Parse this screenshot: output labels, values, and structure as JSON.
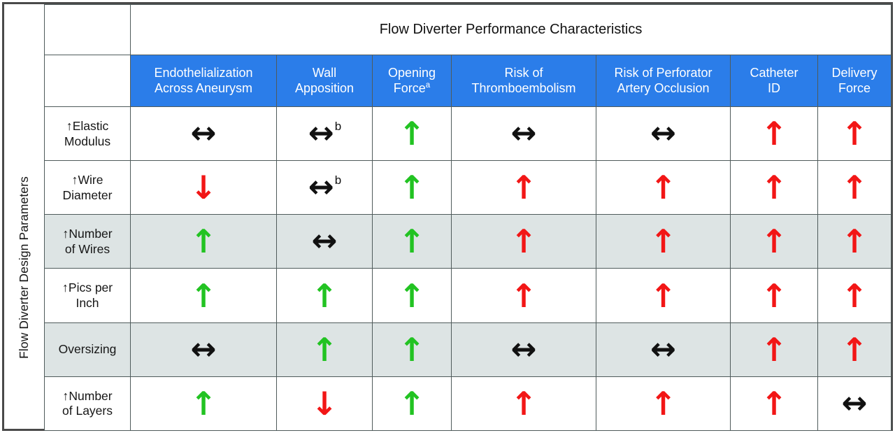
{
  "figure": {
    "banner_title": "Flow Diverter Performance Characteristics",
    "row_axis_label": "Flow Diverter Design Parameters",
    "accent_blue": "#2b7de9",
    "shade_gray": "#dde4e4",
    "green": "#22c322",
    "red": "#f21616",
    "black": "#111111"
  },
  "columns": [
    {
      "line1": "Endothelialization",
      "line2": "Across Aneurysm",
      "footnote": ""
    },
    {
      "line1": "Wall",
      "line2": "Apposition",
      "footnote": ""
    },
    {
      "line1": "Opening",
      "line2": "Force",
      "footnote": "a"
    },
    {
      "line1": "Risk of",
      "line2": "Thromboembolism",
      "footnote": ""
    },
    {
      "line1": "Risk of Perforator",
      "line2": "Artery Occlusion",
      "footnote": ""
    },
    {
      "line1": "Catheter",
      "line2": "ID",
      "footnote": ""
    },
    {
      "line1": "Delivery",
      "line2": "Force",
      "footnote": ""
    }
  ],
  "rows": [
    {
      "prefix": "↑",
      "line1": "Elastic",
      "line2": "Modulus",
      "shaded": false,
      "cells": [
        {
          "glyph": "↔",
          "dir": "both",
          "color": "black",
          "footnote": ""
        },
        {
          "glyph": "↔",
          "dir": "both",
          "color": "black",
          "footnote": "b"
        },
        {
          "glyph": "↑",
          "dir": "up",
          "color": "green",
          "footnote": ""
        },
        {
          "glyph": "↔",
          "dir": "both",
          "color": "black",
          "footnote": ""
        },
        {
          "glyph": "↔",
          "dir": "both",
          "color": "black",
          "footnote": ""
        },
        {
          "glyph": "↑",
          "dir": "up",
          "color": "red",
          "footnote": ""
        },
        {
          "glyph": "↑",
          "dir": "up",
          "color": "red",
          "footnote": ""
        }
      ]
    },
    {
      "prefix": "↑",
      "line1": "Wire",
      "line2": "Diameter",
      "shaded": false,
      "cells": [
        {
          "glyph": "↓",
          "dir": "down",
          "color": "red",
          "footnote": ""
        },
        {
          "glyph": "↔",
          "dir": "both",
          "color": "black",
          "footnote": "b"
        },
        {
          "glyph": "↑",
          "dir": "up",
          "color": "green",
          "footnote": ""
        },
        {
          "glyph": "↑",
          "dir": "up",
          "color": "red",
          "footnote": ""
        },
        {
          "glyph": "↑",
          "dir": "up",
          "color": "red",
          "footnote": ""
        },
        {
          "glyph": "↑",
          "dir": "up",
          "color": "red",
          "footnote": ""
        },
        {
          "glyph": "↑",
          "dir": "up",
          "color": "red",
          "footnote": ""
        }
      ]
    },
    {
      "prefix": "↑",
      "line1": "Number",
      "line2": "of Wires",
      "shaded": true,
      "cells": [
        {
          "glyph": "↑",
          "dir": "up",
          "color": "green",
          "footnote": ""
        },
        {
          "glyph": "↔",
          "dir": "both",
          "color": "black",
          "footnote": ""
        },
        {
          "glyph": "↑",
          "dir": "up",
          "color": "green",
          "footnote": ""
        },
        {
          "glyph": "↑",
          "dir": "up",
          "color": "red",
          "footnote": ""
        },
        {
          "glyph": "↑",
          "dir": "up",
          "color": "red",
          "footnote": ""
        },
        {
          "glyph": "↑",
          "dir": "up",
          "color": "red",
          "footnote": ""
        },
        {
          "glyph": "↑",
          "dir": "up",
          "color": "red",
          "footnote": ""
        }
      ]
    },
    {
      "prefix": "↑",
      "line1": "Pics per",
      "line2": "Inch",
      "shaded": false,
      "cells": [
        {
          "glyph": "↑",
          "dir": "up",
          "color": "green",
          "footnote": ""
        },
        {
          "glyph": "↑",
          "dir": "up",
          "color": "green",
          "footnote": ""
        },
        {
          "glyph": "↑",
          "dir": "up",
          "color": "green",
          "footnote": ""
        },
        {
          "glyph": "↑",
          "dir": "up",
          "color": "red",
          "footnote": ""
        },
        {
          "glyph": "↑",
          "dir": "up",
          "color": "red",
          "footnote": ""
        },
        {
          "glyph": "↑",
          "dir": "up",
          "color": "red",
          "footnote": ""
        },
        {
          "glyph": "↑",
          "dir": "up",
          "color": "red",
          "footnote": ""
        }
      ]
    },
    {
      "prefix": "",
      "line1": "Oversizing",
      "line2": "",
      "shaded": true,
      "cells": [
        {
          "glyph": "↔",
          "dir": "both",
          "color": "black",
          "footnote": ""
        },
        {
          "glyph": "↑",
          "dir": "up",
          "color": "green",
          "footnote": ""
        },
        {
          "glyph": "↑",
          "dir": "up",
          "color": "green",
          "footnote": ""
        },
        {
          "glyph": "↔",
          "dir": "both",
          "color": "black",
          "footnote": ""
        },
        {
          "glyph": "↔",
          "dir": "both",
          "color": "black",
          "footnote": ""
        },
        {
          "glyph": "↑",
          "dir": "up",
          "color": "red",
          "footnote": ""
        },
        {
          "glyph": "↑",
          "dir": "up",
          "color": "red",
          "footnote": ""
        }
      ]
    },
    {
      "prefix": "↑",
      "line1": "Number",
      "line2": "of Layers",
      "shaded": false,
      "cells": [
        {
          "glyph": "↑",
          "dir": "up",
          "color": "green",
          "footnote": ""
        },
        {
          "glyph": "↓",
          "dir": "down",
          "color": "red",
          "footnote": ""
        },
        {
          "glyph": "↑",
          "dir": "up",
          "color": "green",
          "footnote": ""
        },
        {
          "glyph": "↑",
          "dir": "up",
          "color": "red",
          "footnote": ""
        },
        {
          "glyph": "↑",
          "dir": "up",
          "color": "red",
          "footnote": ""
        },
        {
          "glyph": "↑",
          "dir": "up",
          "color": "red",
          "footnote": ""
        },
        {
          "glyph": "↔",
          "dir": "both",
          "color": "black",
          "footnote": ""
        }
      ]
    }
  ]
}
